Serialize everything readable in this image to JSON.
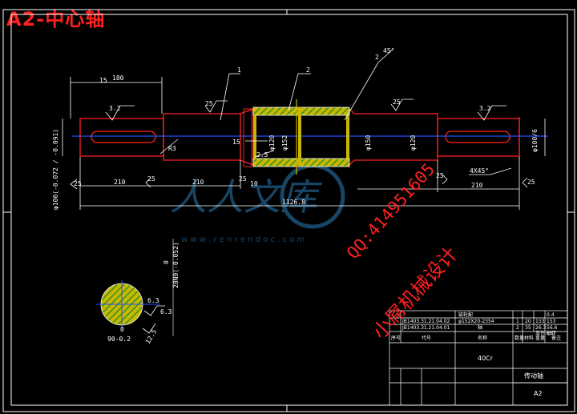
{
  "title": "A2-中心轴",
  "watermark": {
    "qq": "QQ:414951605",
    "name": "小屌机械设计",
    "logo_text": "人人文库",
    "url": "w w w . r e n r e n d o c . c o m"
  },
  "dimensions": {
    "d180": "180",
    "d15_top": "15",
    "d45deg": "45°",
    "d210_left": "210",
    "d210_mid": "210",
    "d210_right": "210",
    "d1126": "1126.8",
    "d10": "10",
    "d25_a": "25",
    "d25_b": "25",
    "d25_c": "25",
    "d25_d": "25",
    "phi120_l": "φ120",
    "phi152": "φ152",
    "phi150": "φ150",
    "phi120_r": "φ120",
    "phi100_l": "φ100(-0.072 / -0.091)",
    "phi100_r": "φ100/6",
    "d15_mid": "15",
    "r3": "R3",
    "chamfer": "4X45°",
    "rough32_l": "3.2",
    "rough32_r": "3.2",
    "rough25_1": "25",
    "rough25_2": "25",
    "rough25_3": "25",
    "leader1": "1",
    "leader2": "2",
    "leader2b": "2",
    "c25": "2.5"
  },
  "section": {
    "tol": "28N9(-0.052)",
    "zero": "0",
    "zero2": "0",
    "d63a": "6.3",
    "d63b": "6.3",
    "d125": "12.5",
    "depth": "90-0.2"
  },
  "title_block": {
    "row1_code": "JB1403.31.21.04.02",
    "row1_name": "φ152X20-2354",
    "row1_qty": "1",
    "row1_mat": "20",
    "row1_w1": "153",
    "row1_w2": "153",
    "row2_code": "JB1403.31.21.04.01",
    "row2_name": "轴",
    "row2_qty": "2",
    "row2_mat": "35",
    "row2_w1": "26.3",
    "row2_w2": "56.6",
    "header_top": "链轮配",
    "hdr_no": "序号",
    "hdr_code": "代号",
    "hdr_name": "名称",
    "hdr_qty": "数量",
    "hdr_mat": "材料",
    "hdr_w": "重量",
    "hdr_note": "备注",
    "r_a": "单件",
    "r_b": "总计",
    "r_c": "0.4",
    "r_d": "637",
    "material": "40Cr",
    "part_name": "传动轴",
    "sheet": "A2"
  }
}
